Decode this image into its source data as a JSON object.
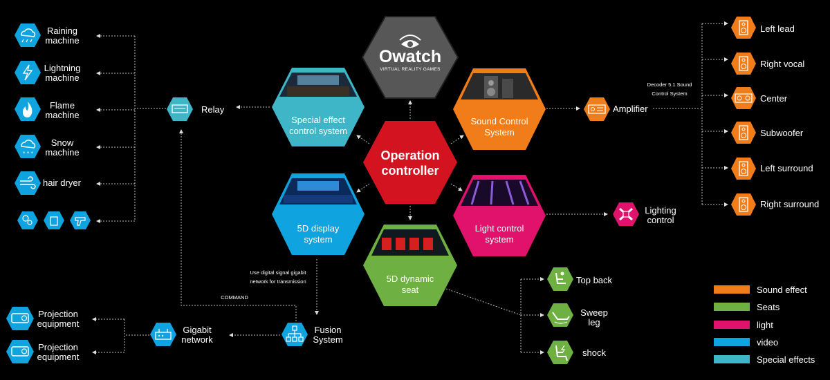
{
  "colors": {
    "sound": "#f07d1a",
    "seats": "#6eb041",
    "light": "#e0126b",
    "video": "#0fa3df",
    "special": "#3fb6c8",
    "core": "#d41320",
    "logo": "#555555",
    "line": "#bbbbbb"
  },
  "center": {
    "line1": "Operation",
    "line2": "controller"
  },
  "brand": {
    "name": "Owatch",
    "tagline": "VIRTUAL REALITY GAMES"
  },
  "special_effect": {
    "line1": "Special effect",
    "line2": "control system"
  },
  "sound_control": {
    "line1": "Sound Control",
    "line2": "System"
  },
  "display": {
    "line1": "5D display",
    "line2": "system"
  },
  "light_control": {
    "line1": "Light control",
    "line2": "system"
  },
  "seat": {
    "line1": "5D dynamic",
    "line2": "seat"
  },
  "relay": "Relay",
  "effects": [
    {
      "line1": "Raining",
      "line2": "machine",
      "icon": "raining-icon"
    },
    {
      "line1": "Lightning",
      "line2": "machine",
      "icon": "lightning-icon"
    },
    {
      "line1": "Flame",
      "line2": "machine",
      "icon": "flame-icon"
    },
    {
      "line1": "Snow",
      "line2": "machine",
      "icon": "snow-icon"
    },
    {
      "line1": "hair dryer",
      "line2": "",
      "icon": "wind-icon"
    }
  ],
  "amplifier": "Amplifier",
  "decoder_note": {
    "line1": "Decoder 5.1 Sound",
    "line2": "Control System"
  },
  "speakers": [
    "Left lead",
    "Right vocal",
    "Center",
    "Subwoofer",
    "Left surround",
    "Right surround"
  ],
  "lighting_control": {
    "line1": "Lighting",
    "line2": "control"
  },
  "seat_effects": [
    {
      "line1": "Top back",
      "line2": ""
    },
    {
      "line1": "Sweep",
      "line2": "leg"
    },
    {
      "line1": "shock",
      "line2": ""
    }
  ],
  "transmission_note": {
    "line1": "Use digital signal gigabit",
    "line2": "network for transmission"
  },
  "command": "COMMAND",
  "fusion": {
    "line1": "Fusion",
    "line2": "System"
  },
  "gigabit": {
    "line1": "Gigabit",
    "line2": "network"
  },
  "projection": [
    {
      "line1": "Projection",
      "line2": "equipment"
    },
    {
      "line1": "Projection",
      "line2": "equipment"
    }
  ],
  "legend": [
    {
      "label": "Sound effect",
      "color": "#f07d1a"
    },
    {
      "label": "Seats",
      "color": "#6eb041"
    },
    {
      "label": "light",
      "color": "#e0126b"
    },
    {
      "label": "video",
      "color": "#0fa3df"
    },
    {
      "label": "Special effects",
      "color": "#3fb6c8"
    }
  ]
}
